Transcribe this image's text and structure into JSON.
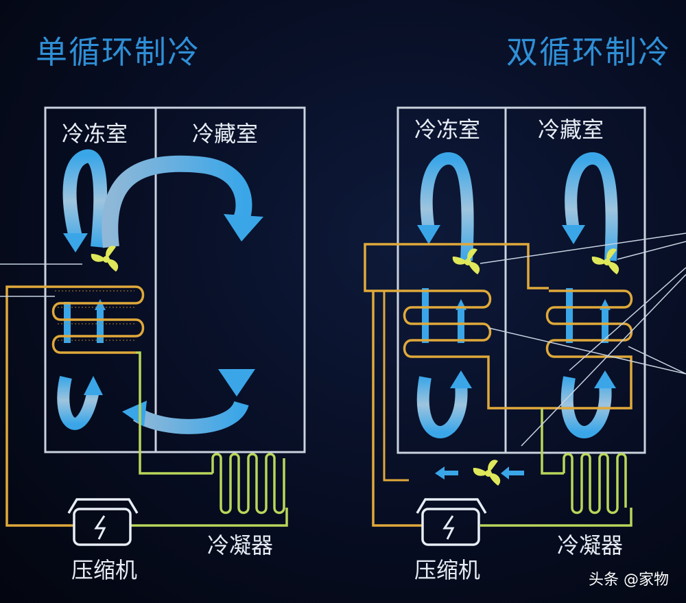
{
  "single": {
    "title": "单循环制冷",
    "freezer_label": "冷冻室",
    "fridge_label": "冷藏室",
    "compressor_label": "压缩机",
    "condenser_label": "冷凝器"
  },
  "dual": {
    "title": "双循环制冷",
    "freezer_label": "冷冻室",
    "fridge_label": "冷藏室",
    "compressor_label": "压缩机",
    "condenser_label": "冷凝器"
  },
  "watermark": "头条 @家物",
  "colors": {
    "title": "#2f8fd6",
    "airflow": "#3aa6e8",
    "pipe_orange": "#e0a93a",
    "pipe_green": "#b9d65a",
    "fan": "#dfe85a",
    "frame": "#c9d2de"
  }
}
